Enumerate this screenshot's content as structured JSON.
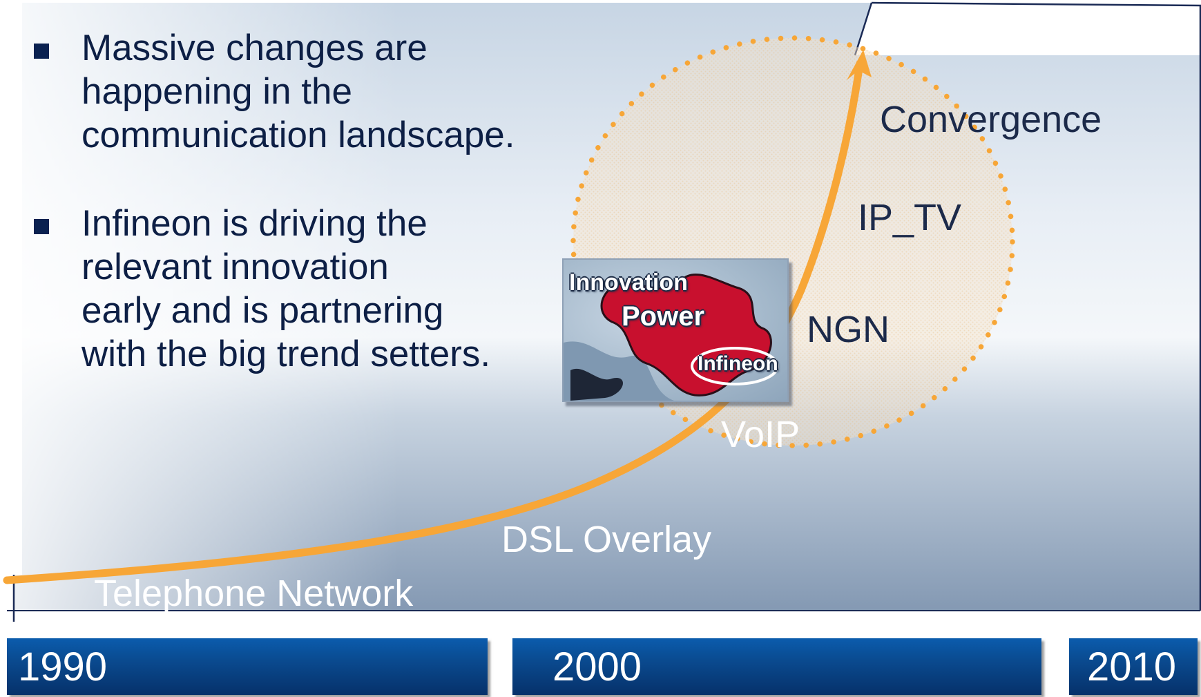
{
  "bullets": [
    {
      "lines": [
        "Massive changes are",
        "happening in the",
        "communication landscape."
      ]
    },
    {
      "lines": [
        "Infineon is driving the",
        "relevant innovation",
        "early and is partnering",
        "with the big trend setters."
      ]
    }
  ],
  "stages": {
    "telephone_network": "Telephone Network",
    "dsl_overlay": "DSL Overlay",
    "voip": "VoIP",
    "ngn": "NGN",
    "ip_tv": "IP_TV",
    "convergence": "Convergence"
  },
  "badge": {
    "line1": "Innovation",
    "line2": "Power",
    "brand": "Infineon"
  },
  "timeline": {
    "years": [
      "1990",
      "2000",
      "2010"
    ]
  },
  "colors": {
    "curve": "#f7a637",
    "dotted_circle": "#f7a637",
    "text_dark": "#0d1f45",
    "year_bar": "#0a4a8f",
    "puzzle_red": "#c8102e"
  }
}
